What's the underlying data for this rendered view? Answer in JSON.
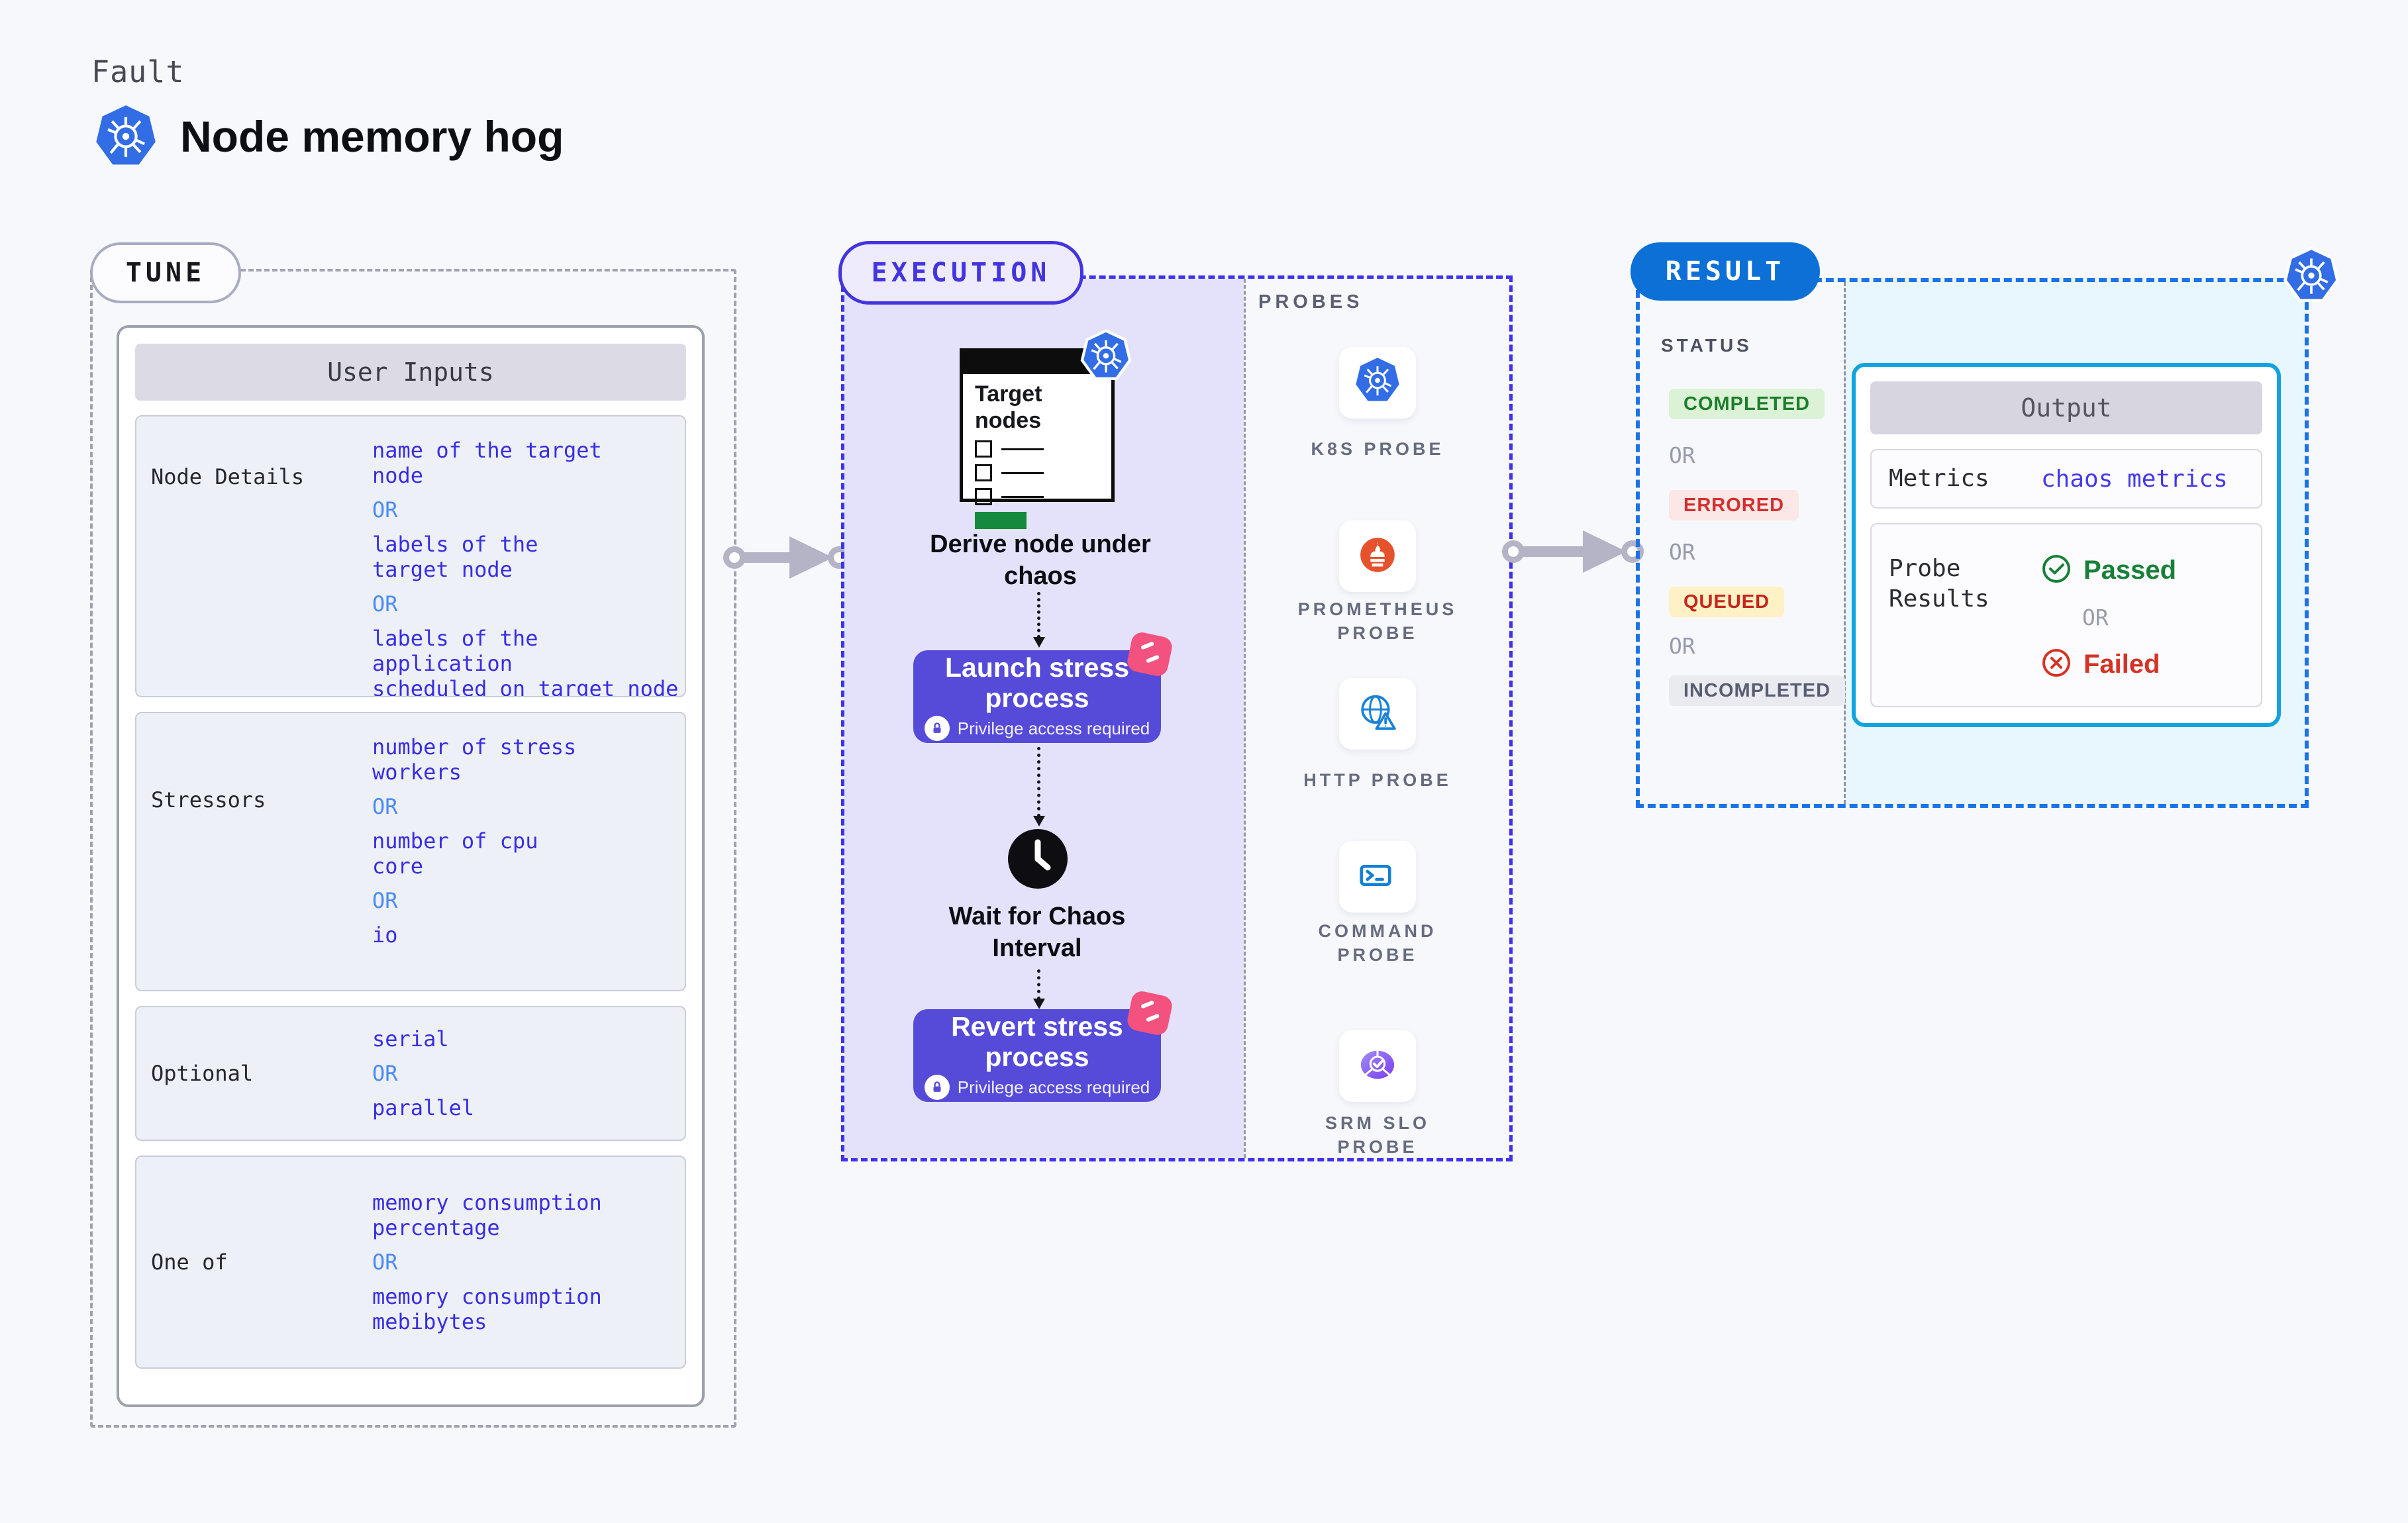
{
  "header": {
    "kicker": "Fault",
    "title": "Node memory hog"
  },
  "labels": {
    "or": "OR"
  },
  "tune": {
    "badge": "TUNE",
    "table": {
      "title": "User Inputs",
      "rows": [
        {
          "label": "Node Details",
          "options": [
            "name of the target\nnode",
            "labels of the\ntarget node",
            "labels of the application\n scheduled on target node"
          ]
        },
        {
          "label": "Stressors",
          "options": [
            "number of stress\nworkers",
            "number of cpu\ncore",
            "io"
          ]
        },
        {
          "label": "Optional",
          "options": [
            "serial",
            "parallel"
          ]
        },
        {
          "label": "One of",
          "options": [
            "memory consumption\npercentage",
            "memory consumption\nmebibytes"
          ]
        }
      ]
    }
  },
  "execution": {
    "badge": "EXECUTION",
    "target_card": {
      "title": "Target\nnodes"
    },
    "steps": {
      "derive": "Derive node under\nchaos",
      "launch": {
        "title": "Launch stress\nprocess",
        "note": "Privilege access required"
      },
      "wait": "Wait for Chaos\nInterval",
      "revert": {
        "title": "Revert stress\nprocess",
        "note": "Privilege access required"
      }
    }
  },
  "probes": {
    "heading": "PROBES",
    "items": [
      {
        "label": "K8S PROBE",
        "icon": "kubernetes-icon"
      },
      {
        "label": "PROMETHEUS\nPROBE",
        "icon": "prometheus-icon"
      },
      {
        "label": "HTTP PROBE",
        "icon": "http-globe-icon"
      },
      {
        "label": "COMMAND\nPROBE",
        "icon": "terminal-icon"
      },
      {
        "label": "SRM SLO\nPROBE",
        "icon": "slo-gauge-icon"
      }
    ]
  },
  "result": {
    "badge": "RESULT",
    "status": {
      "heading": "STATUS",
      "badges": [
        {
          "label": "COMPLETED",
          "bg": "#dcf2d7",
          "color": "#1b7e2a"
        },
        {
          "label": "ERRORED",
          "bg": "#fbe7e5",
          "color": "#d32f2f"
        },
        {
          "label": "QUEUED",
          "bg": "#fdf1c5",
          "color": "#c5261d"
        },
        {
          "label": "INCOMPLETED",
          "bg": "#eaebf1",
          "color": "#595d72"
        }
      ]
    },
    "output": {
      "title": "Output",
      "metrics_label": "Metrics",
      "metrics_value": "chaos metrics",
      "probe_results_label": "Probe\nResults",
      "passed": "Passed",
      "failed": "Failed"
    }
  },
  "colors": {
    "accent_indigo": "#564bd9",
    "execution_dash": "#3e31ef",
    "result_dash": "#1a73e8",
    "result_badge_bg": "#0c70d6",
    "output_border": "#10a3e0",
    "option_text": "#392ee2",
    "or_blue": "#4b8cf5",
    "arrow_gray": "#b5b3c6",
    "passed_green": "#188038",
    "failed_red": "#d63226",
    "chaos_pink": "#f3527e",
    "k8s_blue": "#326de6",
    "prometheus_orange": "#e6522c",
    "target_green": "#158a3e"
  }
}
